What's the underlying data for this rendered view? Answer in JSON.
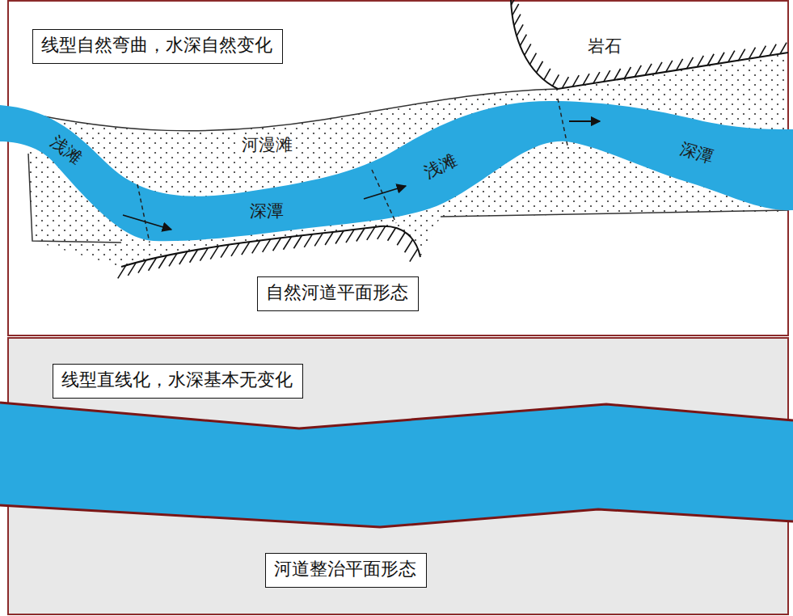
{
  "diagram": {
    "nodes": [
      {
        "text": [
          "线型自然弯曲，水深自然变化"
        ]
      },
      {
        "text": [
          "自然河道平面形态"
        ]
      },
      {
        "text": [
          "线型直线化，水深基本无变化"
        ]
      },
      {
        "text": [
          "河道整治平面形态"
        ]
      }
    ],
    "labels": [
      "岩石",
      "河漫滩",
      "浅滩",
      "深潭",
      "浅滩",
      "深潭"
    ]
  }
}
